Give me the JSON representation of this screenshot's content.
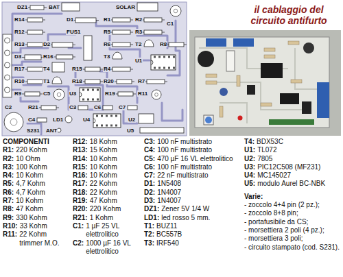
{
  "diagram": {
    "title": "il cablaggio del circuito antifurto",
    "labels": [
      "DZ1",
      "BAT",
      "SOLAR",
      "C1",
      "R14",
      "D1",
      "R1",
      "R2",
      "R12",
      "FUS1",
      "R5",
      "R3",
      "R13",
      "D2",
      "R6",
      "T2",
      "R8",
      "D3",
      "R16",
      "T3",
      "U1",
      "R17",
      "T4",
      "R15",
      "R4",
      "R10",
      "T1",
      "R18",
      "R20",
      "R7",
      "R9",
      "C5",
      "U3",
      "R19",
      "R11",
      "C2",
      "R21",
      "C3",
      "C6",
      "C7",
      "C4",
      "LD1",
      "U4",
      "U2",
      "S231",
      "ANT",
      "U5",
      "COMPONENTI",
      "R1:",
      "220 Kohm",
      "R2:",
      "10 Ohm",
      "R3:",
      "100 Kohm",
      "R4:",
      "10 Kohm",
      "R5:",
      "4,7 Kohm",
      "R6:",
      "4,7 Kohm",
      "R7:",
      "10 Kohm",
      "R8:",
      "47 Kohm",
      "R9:",
      "330 Kohm",
      "R10:",
      "33 Kohm",
      "R11:",
      "22 Kohm trimmer M.O.",
      "R12:",
      "18 Kohm",
      "R13:",
      "15 Kohm",
      "R14:",
      "10 Kohm",
      "R15:",
      "10 Kohm",
      "R16:",
      "10 Kohm",
      "R17:",
      "22 Kohm",
      "R18:",
      "22 Kohm",
      "R19:",
      "47 Kohm",
      "R20:",
      "220 Kohm",
      "R21:",
      "1 Kohm",
      "C1:",
      "1 µF 25 VL elettrolitico",
      "C2:",
      "1000 µF 16 VL elettrolitico",
      "C3:",
      "100 nF multistrato",
      "C4:",
      "100 nF multistrato",
      "C5:",
      "470 µF 16 VL elettrolitico",
      "C6:",
      "100 nF multistrato",
      "C7:",
      "22 nF multistrato",
      "D1:",
      "1N5408",
      "D2:",
      "1N4007",
      "D3:",
      "1N4007",
      "DZ1:",
      "Zener 5V 1/4 W",
      "LD1:",
      "led rosso 5 mm.",
      "T1:",
      "BUZ11",
      "T2:",
      "BC557B",
      "T3:",
      "IRF540",
      "T4:",
      "BDX53C",
      "U1:",
      "TL072",
      "U2:",
      "7805",
      "U3:",
      "PIC12C508 (MF231)",
      "U4:",
      "MC145027",
      "U5:",
      "modulo Aurel BC-NBK",
      "Varie:",
      "- zoccolo 4+4 pin (2 pz.);",
      "- zoccolo 8+8 pin;",
      "- portafusibile da CS;",
      "- morsettiera 2 poli (4 pz.);",
      "- morsettiera 3 poli;",
      "- circuito stampato (cod. S231)."
    ]
  }
}
